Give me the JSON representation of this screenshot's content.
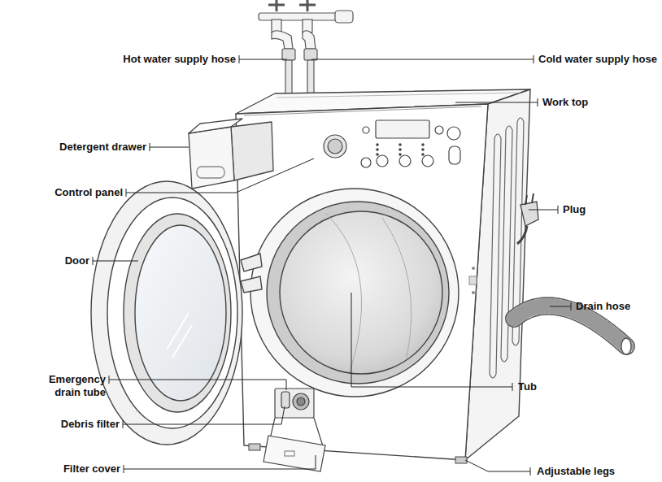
{
  "diagram": {
    "labels": [
      "Hot water supply hose",
      "Cold water supply hose",
      "Work top",
      "Detergent drawer",
      "Control panel",
      "Plug",
      "Door",
      "Drain hose",
      "Emergency drain tube",
      "Tub",
      "Debris filter",
      "Filter cover",
      "Adjustable legs"
    ]
  }
}
